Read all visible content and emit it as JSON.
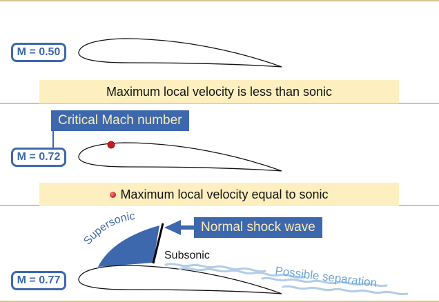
{
  "colors": {
    "accent_blue": "#3d68ad",
    "highlight_yellow": "#fdefc0",
    "frame_tan": "#d7c392",
    "sonic_point_red": "#cc1a1a",
    "callout_text": "#fcecb8",
    "wake_light_blue": "#c7ddf3"
  },
  "panels": [
    {
      "mach_label": "M = 0.50",
      "banner": "Maximum local velocity is less than sonic"
    },
    {
      "mach_label": "M = 0.72",
      "callout": "Critical Mach number",
      "banner_icon": "sonic-point-dot-icon",
      "banner": "Maximum local velocity equal to sonic"
    },
    {
      "mach_label": "M = 0.77",
      "supersonic_label": "Supersonic flow",
      "callout": "Normal shock wave",
      "subsonic_label": "Subsonic",
      "separation_label": "Possible separation"
    }
  ]
}
